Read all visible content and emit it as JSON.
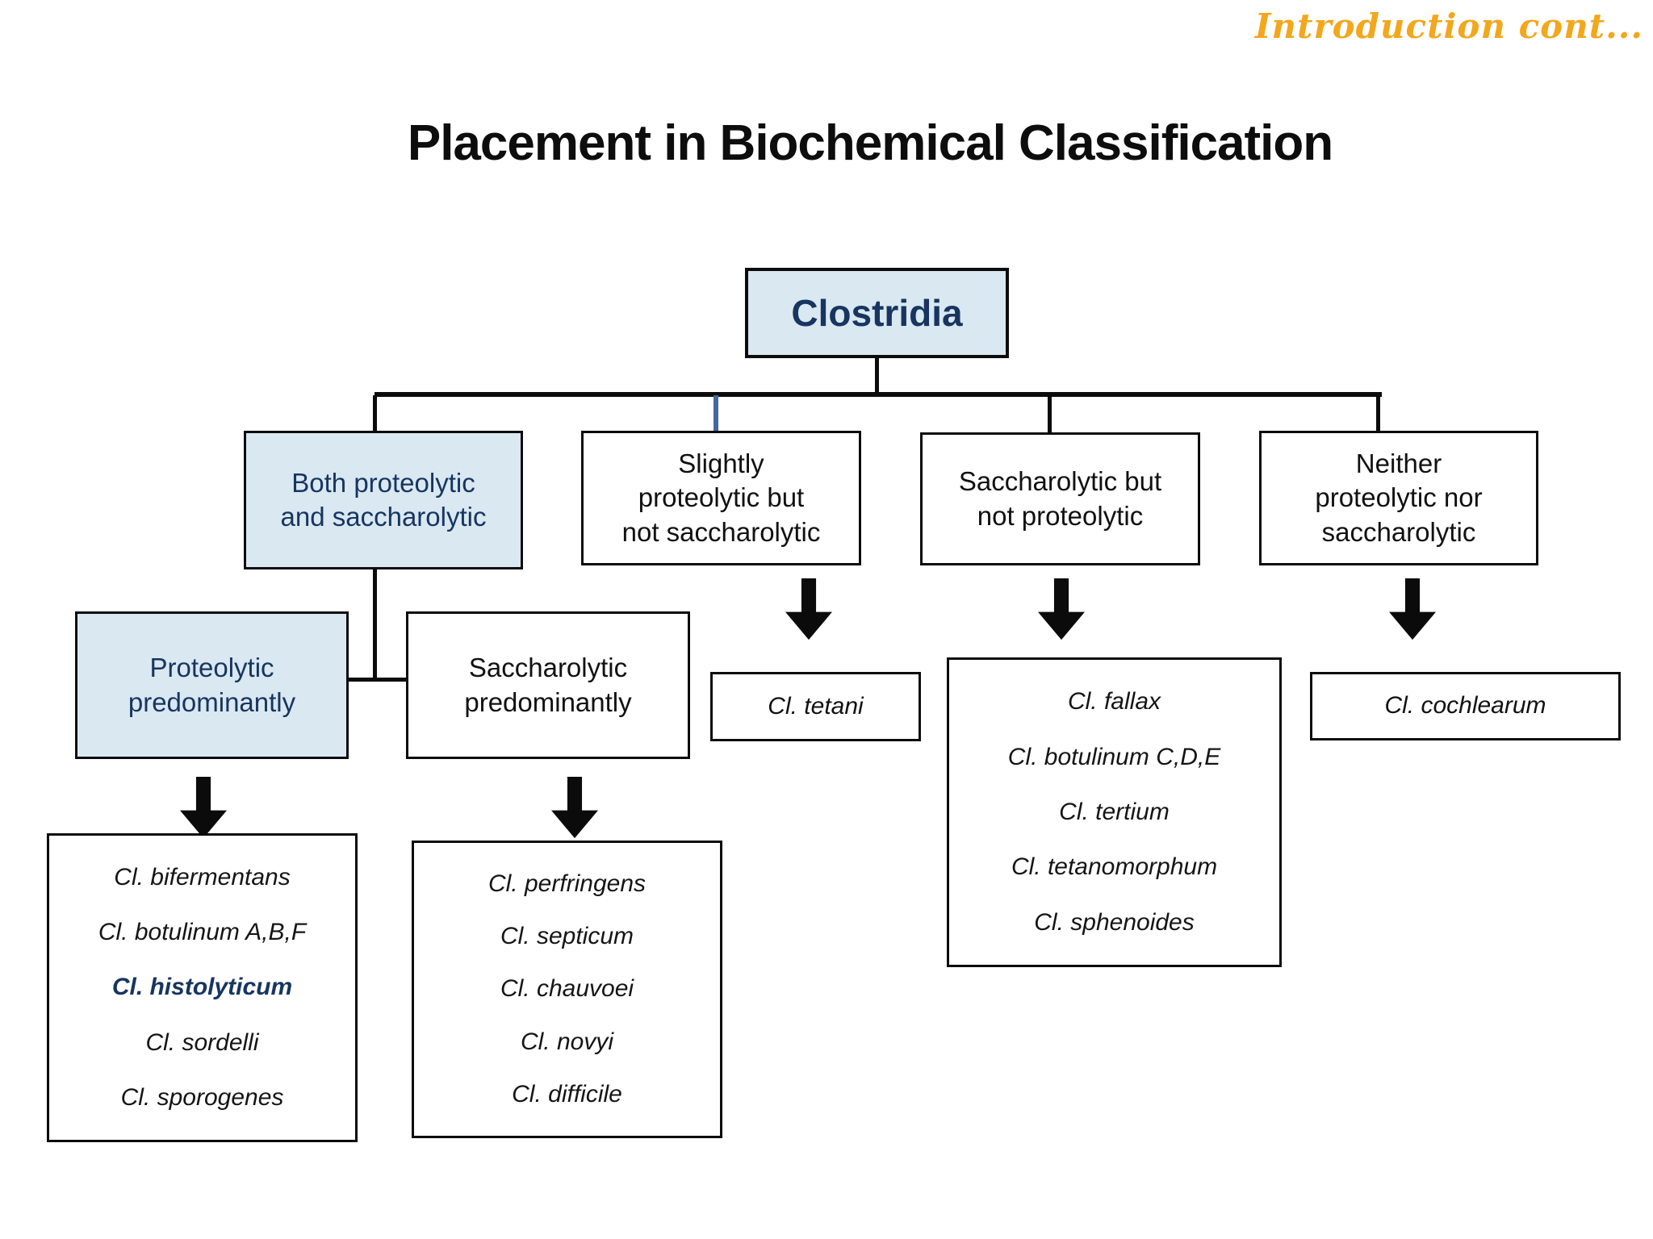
{
  "slide": {
    "header_note": "Introduction cont...",
    "title": "Placement in Biochemical Classification"
  },
  "colors": {
    "highlight_box_fill": "#D9E8F1",
    "highlight_text_navy": "#17355F",
    "connector_blue": "#44699C",
    "note_gold": "#F2A71C"
  },
  "tree": {
    "root": {
      "label": "Clostridia"
    },
    "categories": [
      {
        "label": "Both proteolytic\nand saccharolytic",
        "highlighted": true
      },
      {
        "label": "Slightly\nproteolytic but\nnot saccharolytic",
        "highlighted": false
      },
      {
        "label": "Saccharolytic but\nnot proteolytic",
        "highlighted": false
      },
      {
        "label": "Neither\nproteolytic nor\nsaccharolytic",
        "highlighted": false
      }
    ],
    "subcategories": [
      {
        "label": "Proteolytic\npredominantly",
        "highlighted": true
      },
      {
        "label": "Saccharolytic\npredominantly",
        "highlighted": false
      }
    ],
    "species_groups": {
      "proteolytic_predominantly": [
        {
          "label": "Cl. bifermentans"
        },
        {
          "label": "Cl. botulinum A,B,F"
        },
        {
          "label": "Cl. histolyticum",
          "emphasis": true
        },
        {
          "label": "Cl. sordelli"
        },
        {
          "label": "Cl. sporogenes"
        }
      ],
      "saccharolytic_predominantly": [
        {
          "label": "Cl. perfringens"
        },
        {
          "label": "Cl. septicum"
        },
        {
          "label": "Cl. chauvoei"
        },
        {
          "label": "Cl. novyi"
        },
        {
          "label": "Cl. difficile"
        }
      ],
      "slightly_proteolytic": "Cl. tetani",
      "saccharolytic_not_proteolytic": [
        {
          "label": "Cl. fallax"
        },
        {
          "label": "Cl. botulinum C,D,E"
        },
        {
          "label": "Cl. tertium"
        },
        {
          "label": "Cl. tetanomorphum"
        },
        {
          "label": "Cl. sphenoides"
        }
      ],
      "neither": "Cl. cochlearum"
    }
  }
}
